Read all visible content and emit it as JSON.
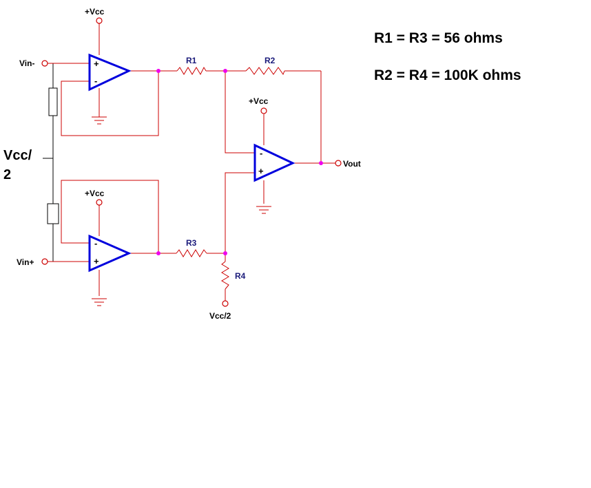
{
  "colors": {
    "wire": "#cc0000",
    "opamp": "#0000dd",
    "junction": "#ee00ee",
    "ground": "#cc0000",
    "black_wire": "#000000",
    "resistor_box": "#000000"
  },
  "labels": {
    "vcc_top": "+Vcc",
    "vcc_output": "+Vcc",
    "vcc_bottom": "+Vcc",
    "vin_minus": "Vin-",
    "vin_plus": "Vin+",
    "vout": "Vout",
    "vcc_half_bottom": "Vcc/2",
    "vcc_half_left_line1": "Vcc/",
    "vcc_half_left_line2": "2",
    "r1": "R1",
    "r2": "R2",
    "r3": "R3",
    "r4": "R4",
    "plus": "+",
    "minus": "-"
  },
  "notes": {
    "line1": "R1 = R3 = 56 ohms",
    "line2": "R2 = R4 = 100K ohms"
  }
}
